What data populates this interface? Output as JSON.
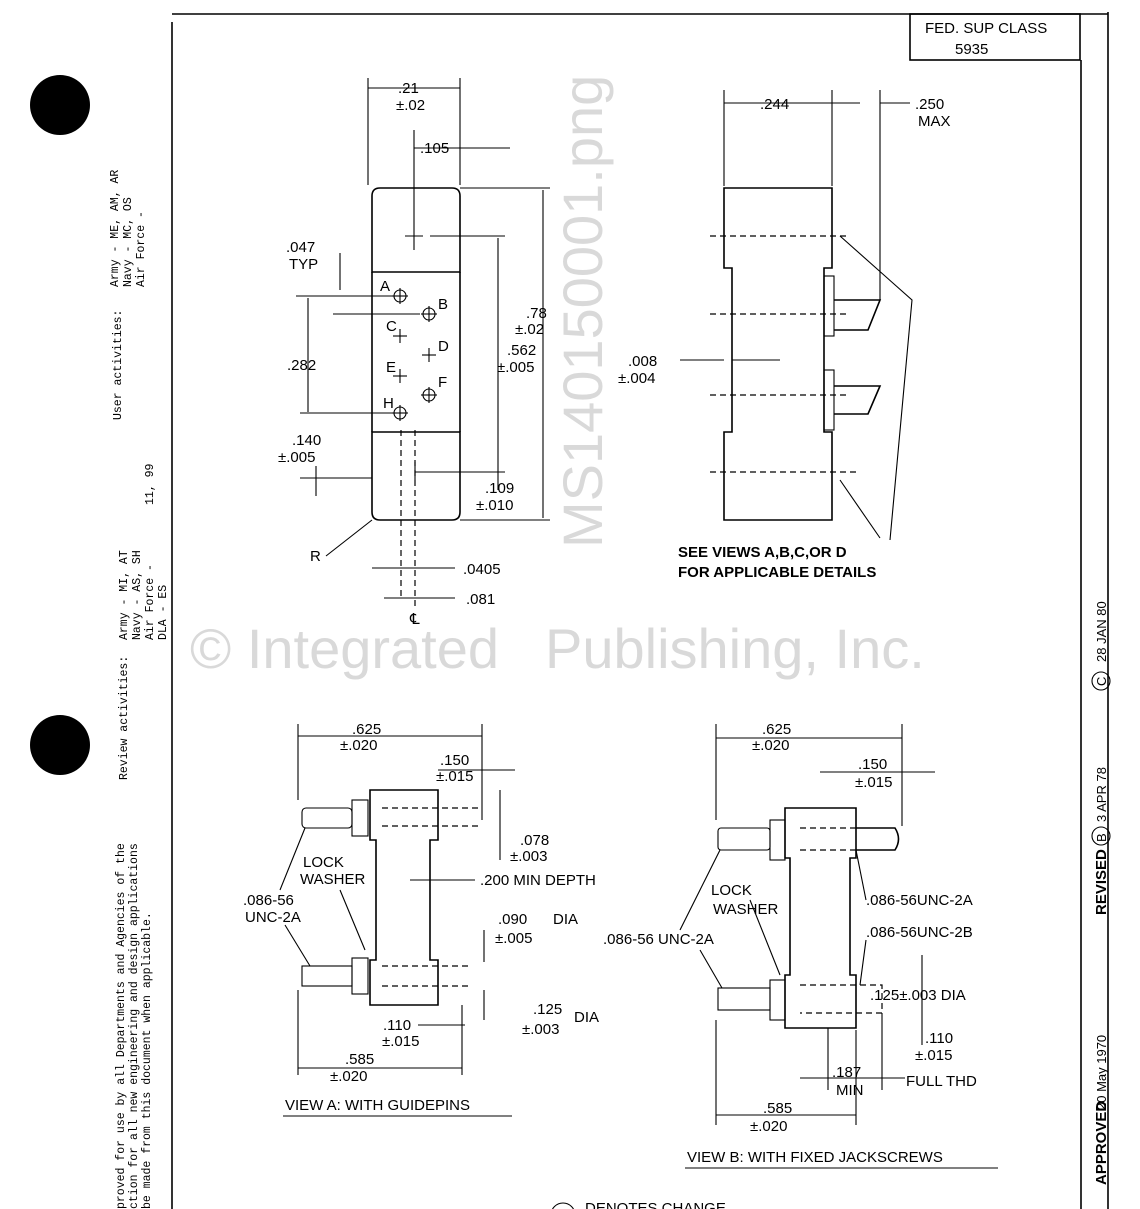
{
  "header": {
    "fed_sup_class_label": "FED. SUP CLASS",
    "fed_sup_class_value": "5935"
  },
  "sidebar_left": {
    "user_activities_label": "User activities:",
    "user_army": "Army - ME, AM, AR",
    "user_navy": "Navy - MC, OS",
    "user_airforce": "Air Force -",
    "review_activities_label": "Review activities:",
    "review_army": "Army - MI, AT",
    "review_navy": "Navy - AS, SH",
    "review_airforce": "Air Force -",
    "review_dla": "DLA - ES",
    "review_numbers": "11, 99",
    "approval_line1": "proved for use by all Departments and Agencies of the",
    "approval_line2": "ction for all new engineering and design applications",
    "approval_line3": "be made from this document when applicable."
  },
  "sidebar_right": {
    "approved_label": "APPROVED",
    "approved_date": "20 May 1970",
    "revised_label": "REVISED",
    "rev_b": "B",
    "rev_b_date": "3 APR 78",
    "rev_c": "C",
    "rev_c_date": "28 JAN 80"
  },
  "top_left_view": {
    "dim_width": ".21",
    "dim_width_tol": "±.02",
    "dim_center": ".105",
    "dim_047": ".047",
    "dim_047_typ": "TYP",
    "dim_282": ".282",
    "dim_140": ".140",
    "dim_140_tol": "±.005",
    "dim_562": ".562",
    "dim_562_tol": "±.005",
    "dim_78": ".78",
    "dim_78_tol": "±.02",
    "dim_109": ".109",
    "dim_109_tol": "±.010",
    "dim_0405": ".0405",
    "dim_081": ".081",
    "label_r": "R",
    "label_cl": "℄",
    "points": [
      "A",
      "B",
      "C",
      "D",
      "E",
      "F",
      "H"
    ]
  },
  "top_right_view": {
    "dim_244": ".244",
    "dim_250": ".250",
    "dim_250_max": "MAX",
    "dim_008": ".008",
    "dim_008_tol": "±.004",
    "note_line1": "SEE VIEWS A,B,C,OR D",
    "note_line2": "FOR APPLICABLE DETAILS"
  },
  "view_a": {
    "title": "VIEW A:  WITH GUIDEPINS",
    "dim_625": ".625",
    "dim_625_tol": "±.020",
    "dim_150": ".150",
    "dim_150_tol": "±.015",
    "dim_078": ".078",
    "dim_078_tol": "±.003",
    "lock_washer_1": "LOCK",
    "lock_washer_2": "WASHER",
    "thread_1": ".086-56",
    "thread_2": "UNC-2A",
    "min_depth": ".200 MIN DEPTH",
    "dim_090": ".090",
    "dim_090_dia": "DIA",
    "dim_090_tol": "±.005",
    "dim_125": ".125",
    "dim_125_dia": "DIA",
    "dim_125_tol": "±.003",
    "dim_110": ".110",
    "dim_110_tol": "±.015",
    "dim_585": ".585",
    "dim_585_tol": "±.020"
  },
  "view_b": {
    "title": "VIEW B:  WITH FIXED JACKSCREWS",
    "dim_625": ".625",
    "dim_625_tol": "±.020",
    "dim_150": ".150",
    "dim_150_tol": "±.015",
    "lock_washer_1": "LOCK",
    "lock_washer_2": "WASHER",
    "thread_left": ".086-56 UNC-2A",
    "thread_right_a": ".086-56UNC-2A",
    "thread_right_b": ".086-56UNC-2B",
    "dim_125": ".125±.003 DIA",
    "dim_110": ".110",
    "dim_110_tol": "±.015",
    "dim_187": ".187",
    "dim_187_min": "MIN",
    "full_thd": "FULL THD",
    "dim_585": ".585",
    "dim_585_tol": "±.020"
  },
  "watermark": {
    "line1": "© Integrated",
    "line2": "Publishing, Inc.",
    "line3": "MS140150001.png"
  },
  "footer": {
    "denotes_change": "DENOTES CHANGE"
  }
}
